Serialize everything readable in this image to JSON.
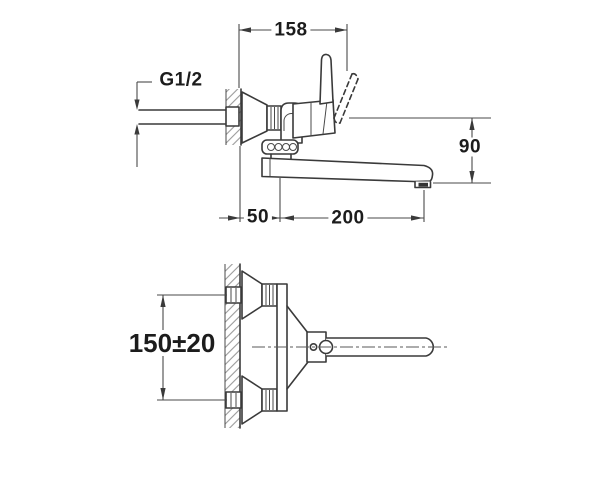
{
  "drawing": {
    "background_color": "#ffffff",
    "line_color": "#3a3a3a",
    "dimension_line_color": "#4a4a4a",
    "hatch_color": "#9b9b9b",
    "labels": {
      "handle_width": "158",
      "thread_size": "G1/2",
      "spout_drop": "90",
      "wall_offset": "50",
      "spout_reach": "200",
      "inlet_spacing": "150±20"
    }
  }
}
